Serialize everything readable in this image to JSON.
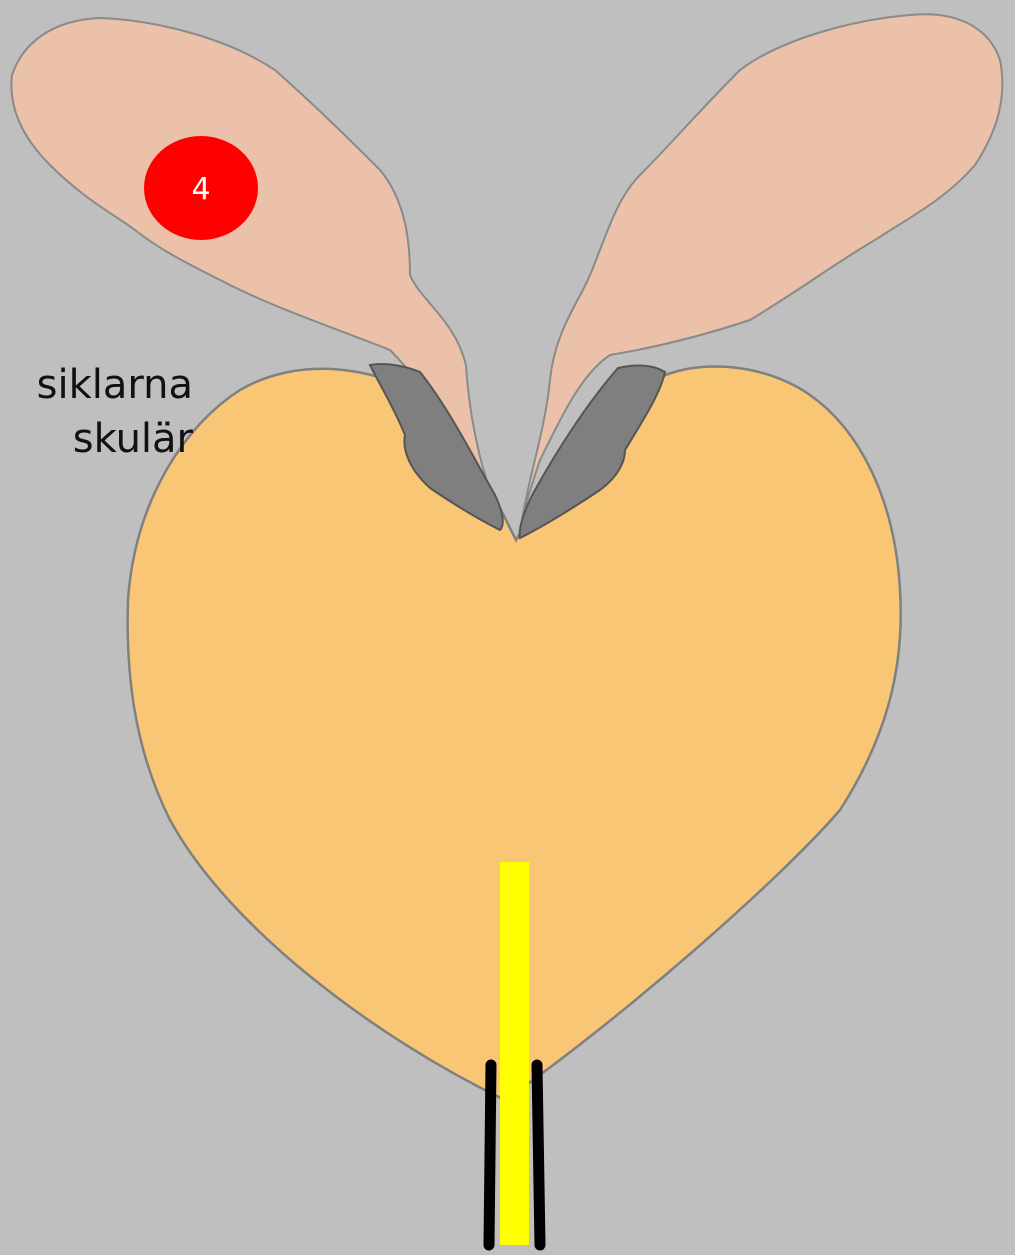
{
  "text_lines": [
    "siklarna",
    "skulär"
  ],
  "badge": {
    "label": "4",
    "color": "#ff0000"
  },
  "colors": {
    "background": "#bfbfbf",
    "prostate": "#f9c676",
    "seminal_vesicle": "#ebc1aa",
    "ejaculatory_duct": "#7f7f7f",
    "urethra": "#ffff00",
    "outline": "#808080",
    "urethra_borders": "#000000"
  }
}
